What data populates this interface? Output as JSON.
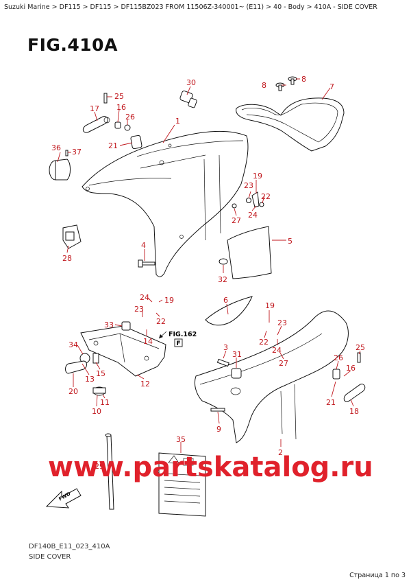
{
  "breadcrumb": "Suzuki Marine > DF115 > DF115 > DF115BZ023 FROM 11506Z-340001~ (E11) > 40 - Body > 410A - SIDE COVER",
  "figure_title": "FIG.410A",
  "ref_label": "FIG.162",
  "ref_letter": "F",
  "fwd_label": "FWD",
  "warning_label_text": "",
  "callouts": [
    "30",
    "8",
    "8",
    "7",
    "25",
    "17",
    "16",
    "26",
    "1",
    "36",
    "37",
    "21",
    "19",
    "23",
    "22",
    "24",
    "27",
    "5",
    "4",
    "28",
    "32",
    "6",
    "24",
    "19",
    "23",
    "22",
    "33",
    "14",
    "34",
    "13",
    "15",
    "20",
    "11",
    "10",
    "12",
    "19",
    "23",
    "22",
    "24",
    "27",
    "26",
    "16",
    "25",
    "21",
    "18",
    "3",
    "31",
    "9",
    "2",
    "35",
    "29"
  ],
  "watermark": "www.partskatalog.ru",
  "footer": {
    "code": "DF140B_E11_023_410A",
    "caption": "SIDE COVER"
  },
  "page_indicator": "Страница 1 по 3",
  "colors": {
    "callout": "#c0151b",
    "watermark": "#e0212b",
    "lines": "#111111"
  }
}
